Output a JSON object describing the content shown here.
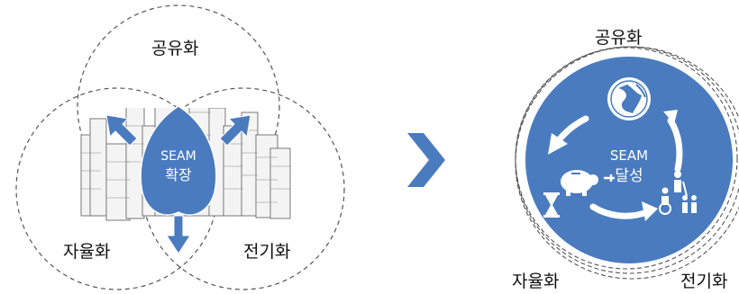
{
  "left_diagram": {
    "top_label": "공유화",
    "bottom_left_label": "자율화",
    "bottom_right_label": "전기화",
    "center_line1": "SEAM",
    "center_line2": "확장"
  },
  "right_diagram": {
    "top_label": "공유화",
    "bottom_left_label": "자율화",
    "bottom_right_label": "전기화",
    "center_line1": "SEAM",
    "center_line2": "달성"
  },
  "colors": {
    "primary_blue": "#4a7bbf",
    "circle_outline": "#555555"
  },
  "icons": [
    "globe-icon",
    "piggy-bank-icon",
    "hourglass-icon",
    "people-icon",
    "city-illustration",
    "chevron-right-icon"
  ]
}
